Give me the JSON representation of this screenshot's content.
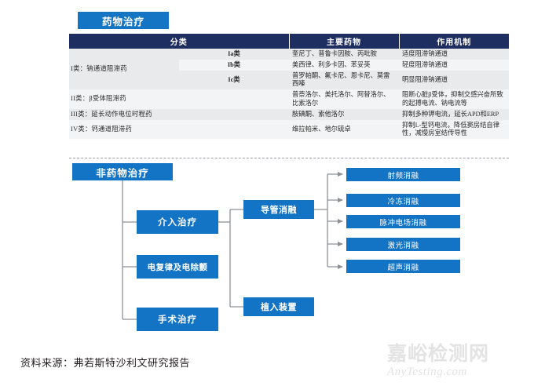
{
  "drug_section": {
    "badge_label": "药物治疗",
    "table": {
      "headers": [
        "分类",
        "主要药物",
        "作用机制"
      ],
      "rows": [
        {
          "class_label": "I类：钠通道阻滞药",
          "subclass": "Ia类",
          "drugs": "奎尼丁、普鲁卡因胺、丙吡胺",
          "mechanism": "适度阻滞钠通道"
        },
        {
          "class_label": "",
          "subclass": "Ib类",
          "drugs": "美西律、利多卡因、苯妥英",
          "mechanism": "轻度阻滞钠通道"
        },
        {
          "class_label": "",
          "subclass": "Ic类",
          "drugs": "普罗帕酮、氟卡尼、恩卡尼、莫雷西嗪",
          "mechanism": "明显阻滞钠通道"
        },
        {
          "class_label": "II类：β受体阻滞药",
          "subclass": "",
          "drugs": "普萘洛尔、美托洛尔、阿替洛尔、比索洛尔",
          "mechanism": "阻断心脏β受体，抑制交感兴奋所致的起搏电流、钠电流等"
        },
        {
          "class_label": "III类：延长动作电位时程药",
          "subclass": "",
          "drugs": "胺碘酮、索他洛尔",
          "mechanism": "抑制多种钾电流，延长APD和ERP"
        },
        {
          "class_label": "IV类：钙通道阻滞药",
          "subclass": "",
          "drugs": "维拉帕米、地尔硫卓",
          "mechanism": "抑制L-型钙电流，降低窦房结自律性，减慢房室结传导性"
        }
      ]
    }
  },
  "nondrug_section": {
    "badge_label": "非药物治疗",
    "branches": [
      {
        "label": "介入治疗"
      },
      {
        "label": "电复律及电除颤"
      },
      {
        "label": "手术治疗"
      }
    ],
    "intervention_children": [
      {
        "label": "导管消融"
      },
      {
        "label": "植入装置"
      }
    ],
    "ablation_types": [
      {
        "label": "射频消融"
      },
      {
        "label": "冷冻消融"
      },
      {
        "label": "脉冲电场消融"
      },
      {
        "label": "激光消融"
      },
      {
        "label": "超声消融"
      }
    ]
  },
  "footer": {
    "source": "资料来源：弗若斯特沙利文研究报告",
    "watermark_cn": "嘉峪检测网",
    "watermark_en": "AnyTesting.com"
  },
  "colors": {
    "badge_blue": "#1375C4",
    "header_navy": "#1F2E61",
    "box_blue": "#1373C4",
    "row_shade_a": "#E8EAEC",
    "row_shade_b": "#F3F4F5",
    "connector_gray": "#8d9196"
  }
}
